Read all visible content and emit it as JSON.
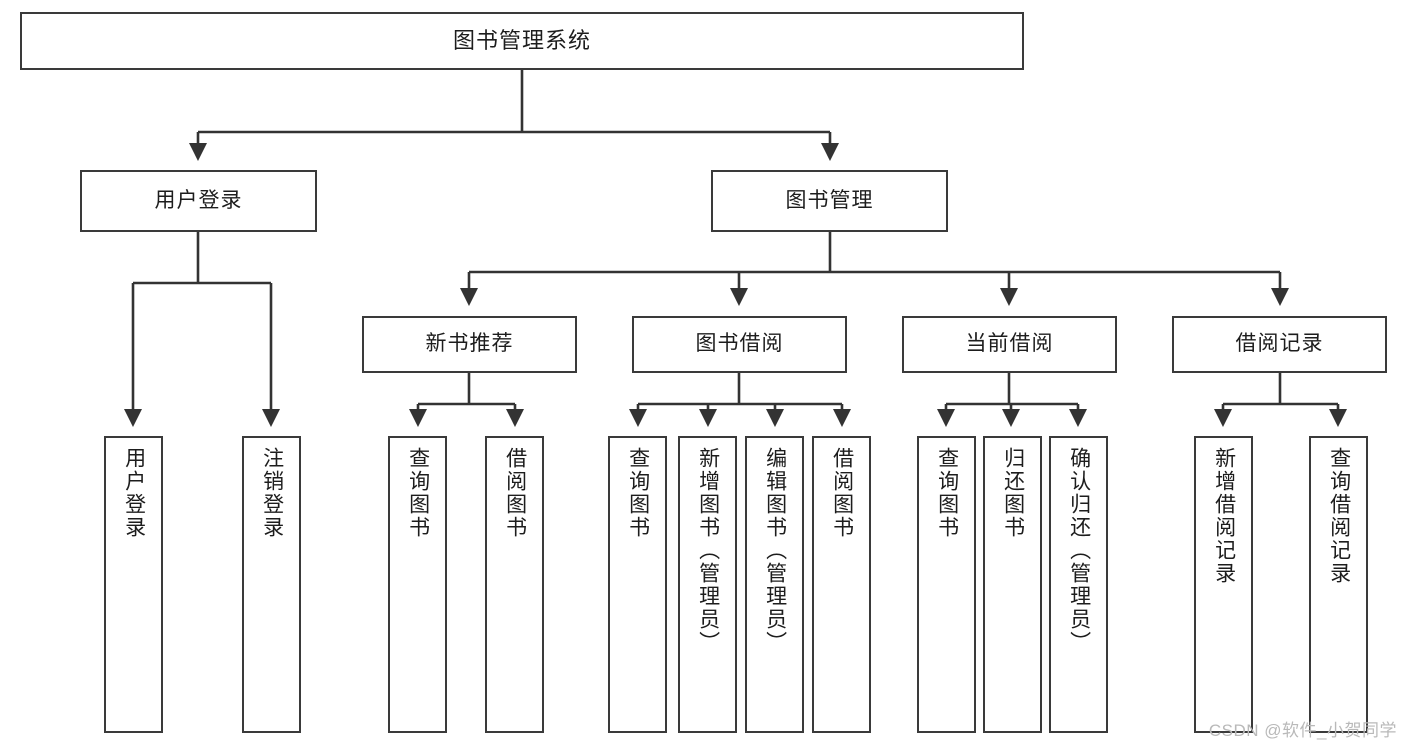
{
  "diagram": {
    "title": "图书管理系统",
    "type": "tree-hierarchy",
    "colors": {
      "box_border": "#3a3a3a",
      "box_fill": "#ffffff",
      "connector": "#333333",
      "text": "#1d1d1d",
      "watermark": "#b9b9b9",
      "background": "#ffffff"
    },
    "watermark": "CSDN @软件_小贺同学",
    "levels": {
      "level1": [
        {
          "id": "root",
          "label": "图书管理系统"
        }
      ],
      "level2": [
        {
          "id": "user-login",
          "label": "用户登录",
          "parent": "root"
        },
        {
          "id": "book-manage",
          "label": "图书管理",
          "parent": "root"
        }
      ],
      "level3": [
        {
          "id": "new-book-rec",
          "label": "新书推荐",
          "parent": "book-manage"
        },
        {
          "id": "book-borrow",
          "label": "图书借阅",
          "parent": "book-manage"
        },
        {
          "id": "current-borrow",
          "label": "当前借阅",
          "parent": "book-manage"
        },
        {
          "id": "borrow-record",
          "label": "借阅记录",
          "parent": "book-manage"
        }
      ],
      "leaves": [
        {
          "id": "leaf-user-login",
          "label": "用户登录",
          "parent": "user-login"
        },
        {
          "id": "leaf-user-logout",
          "label": "注销登录",
          "parent": "user-login"
        },
        {
          "id": "leaf-query-book-1",
          "label": "查询图书",
          "parent": "new-book-rec"
        },
        {
          "id": "leaf-borrow-book-1",
          "label": "借阅图书",
          "parent": "new-book-rec"
        },
        {
          "id": "leaf-query-book-2",
          "label": "查询图书",
          "parent": "book-borrow"
        },
        {
          "id": "leaf-add-book",
          "label": "新增图书（管理员）",
          "parent": "book-borrow"
        },
        {
          "id": "leaf-edit-book",
          "label": "编辑图书（管理员）",
          "parent": "book-borrow"
        },
        {
          "id": "leaf-borrow-book-2",
          "label": "借阅图书",
          "parent": "book-borrow"
        },
        {
          "id": "leaf-query-book-3",
          "label": "查询图书",
          "parent": "current-borrow"
        },
        {
          "id": "leaf-return-book",
          "label": "归还图书",
          "parent": "current-borrow"
        },
        {
          "id": "leaf-confirm-return",
          "label": "确认归还（管理员）",
          "parent": "current-borrow"
        },
        {
          "id": "leaf-add-record",
          "label": "新增借阅记录",
          "parent": "borrow-record"
        },
        {
          "id": "leaf-query-record",
          "label": "查询借阅记录",
          "parent": "borrow-record"
        }
      ]
    }
  }
}
